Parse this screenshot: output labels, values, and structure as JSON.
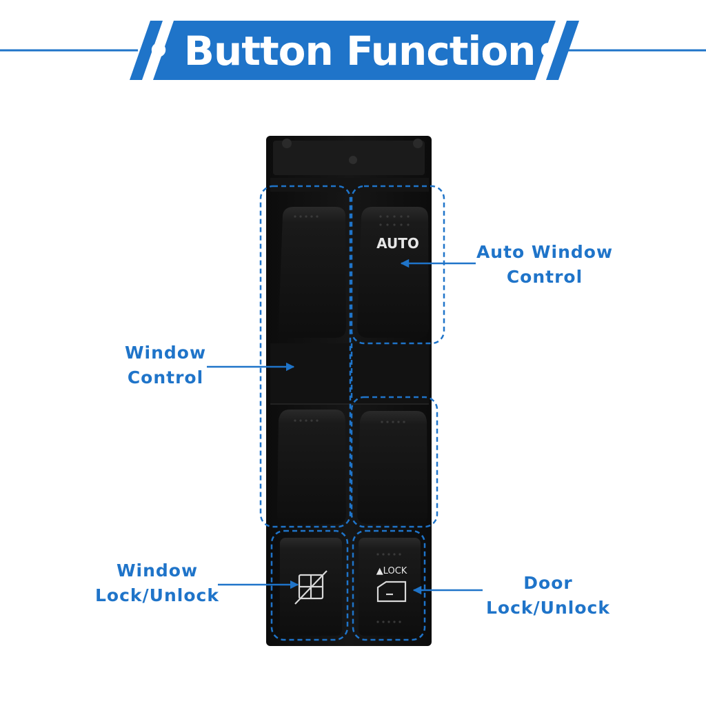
{
  "title": "Button Function",
  "title_bullet": "•",
  "colors": {
    "brand_blue": "#1f74c9",
    "panel_black": "#111111",
    "switch_black": "#161616",
    "symbol_white": "#e6e6e6"
  },
  "switch_labels": {
    "auto": "AUTO",
    "lock": "▲LOCK"
  },
  "callouts": {
    "auto_window_control": [
      "Auto Window",
      "Control"
    ],
    "window_control": [
      "Window",
      "Control"
    ],
    "window_lock_unlock": [
      "Window",
      "Lock/Unlock"
    ],
    "door_lock_unlock": [
      "Door",
      "Lock/Unlock"
    ]
  },
  "icons": [
    "window-lock-icon",
    "door-lock-icon",
    "arrow-icon"
  ]
}
